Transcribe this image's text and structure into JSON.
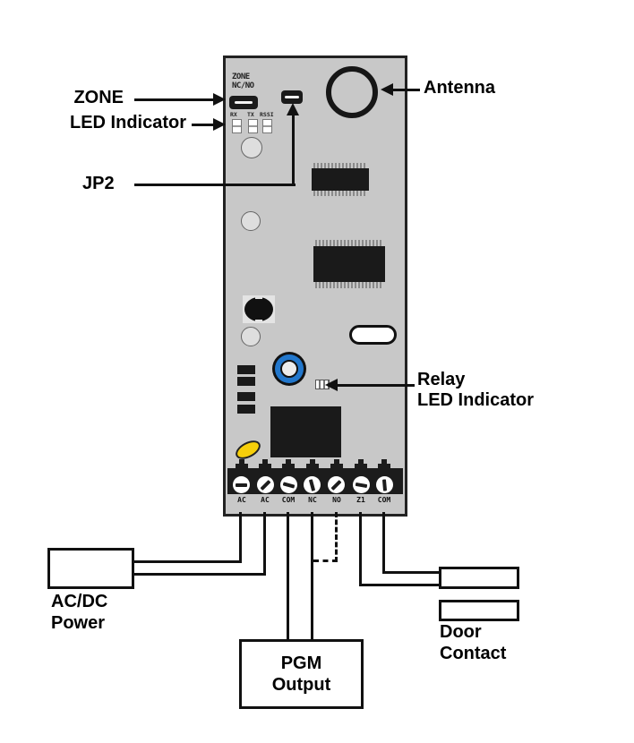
{
  "callouts": {
    "zone": "ZONE",
    "led_indicator": "LED Indicator",
    "jp2": "JP2",
    "antenna": "Antenna",
    "relay_line1": "Relay",
    "relay_line2": "LED Indicator"
  },
  "board": {
    "silkscreen": {
      "zone_line1": "ZONE",
      "zone_line2": "NC/NO"
    },
    "status_leds": [
      "RX",
      "TX",
      "RSSI"
    ],
    "terminals": [
      "AC",
      "AC",
      "COM",
      "NC",
      "NO",
      "Z1",
      "COM"
    ]
  },
  "external": {
    "acdc_line1": "AC/DC",
    "acdc_line2": "Power",
    "pgm_line1": "PGM",
    "pgm_line2": "Output",
    "door_line1": "Door",
    "door_line2": "Contact"
  },
  "colors": {
    "board_fill": "#c8c8c8",
    "component_dark": "#1a1a1a",
    "relay_blue": "#2277cc",
    "cap_yellow": "#f7cf0a",
    "wire": "#111111"
  }
}
